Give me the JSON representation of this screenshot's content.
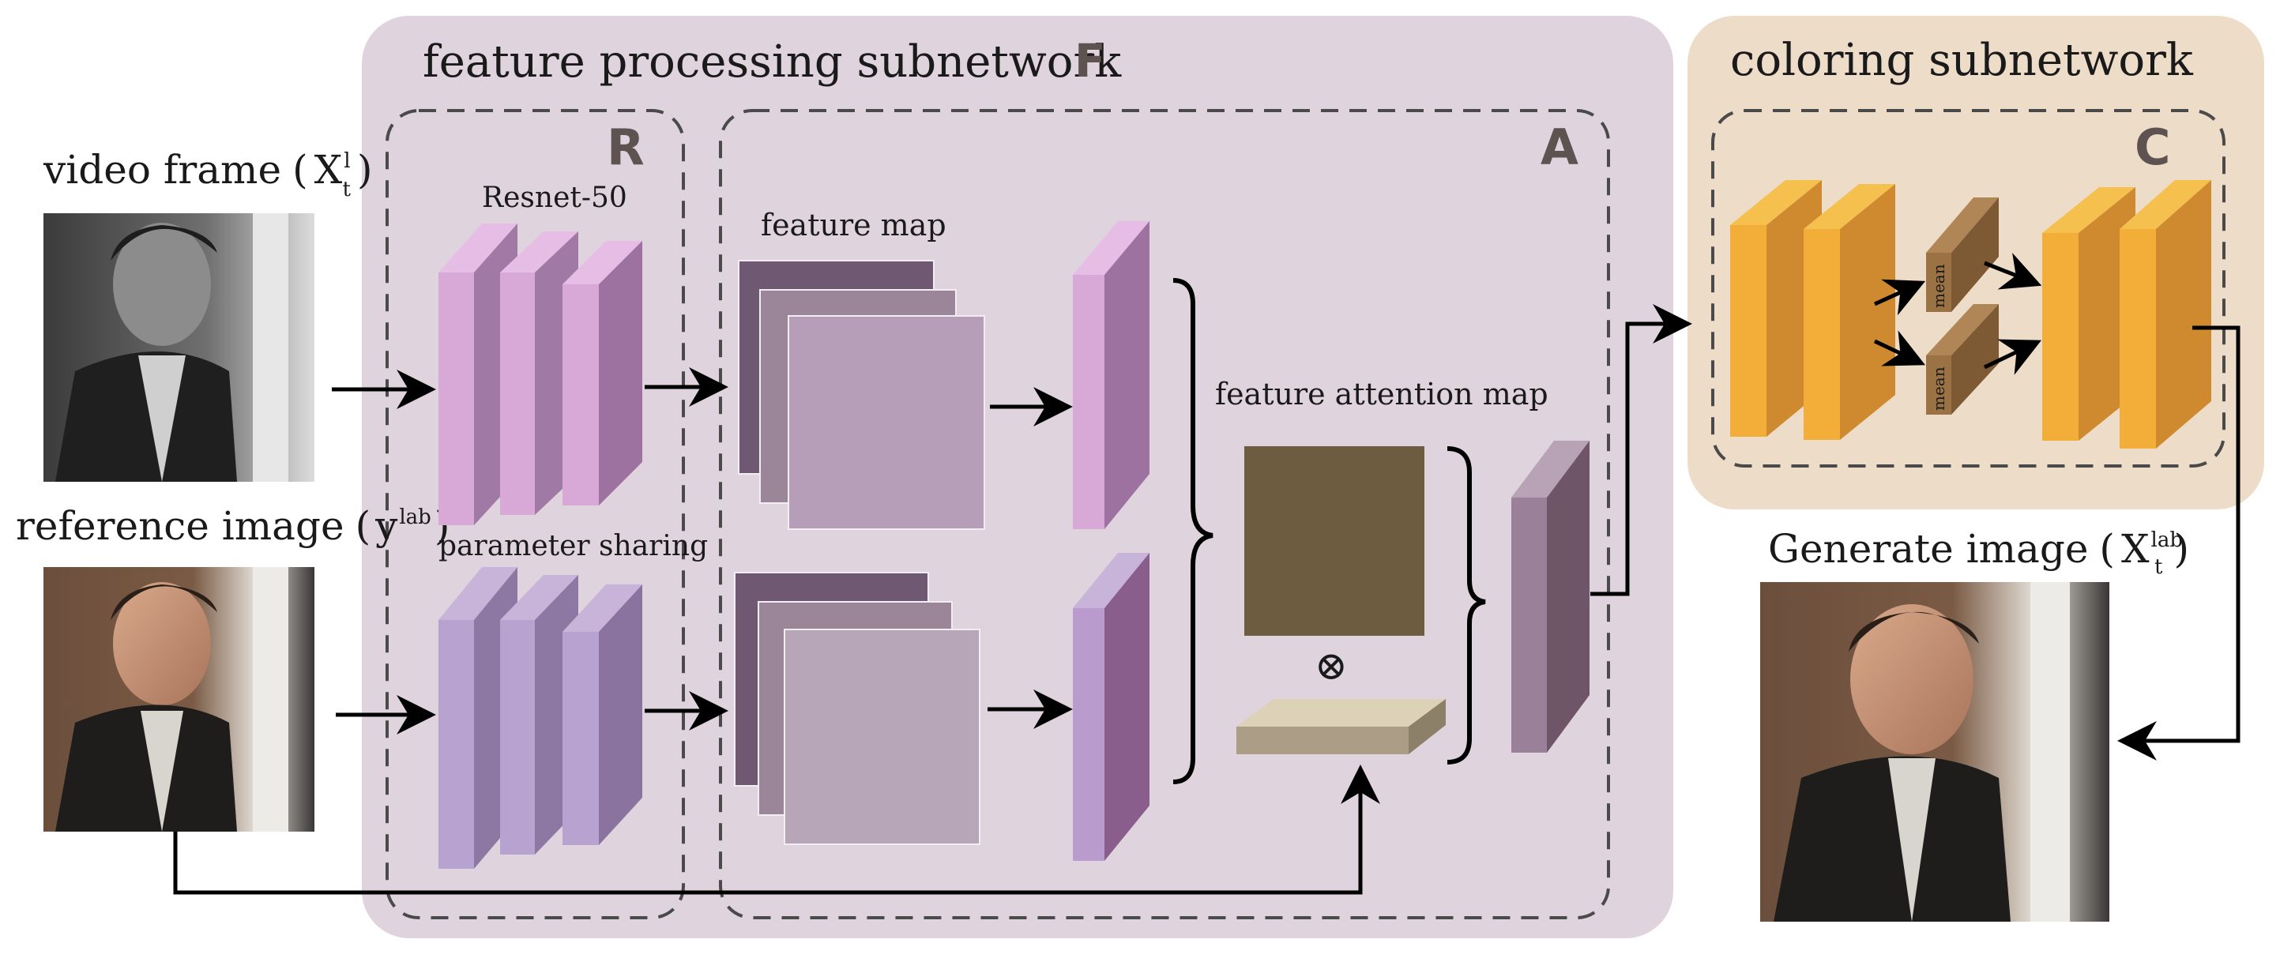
{
  "titles": {
    "feature_processing": "feature processing subnetwork",
    "feature_processing_letter": "F",
    "coloring": "coloring subnetwork",
    "block_r": "R",
    "block_a": "A",
    "block_c": "C"
  },
  "inputs": {
    "video_frame": {
      "label": "video frame",
      "symbol": "X",
      "superscript": "l",
      "subscript": "t"
    },
    "reference_image": {
      "label": "reference image",
      "symbol": "y",
      "superscript": "lab"
    }
  },
  "output": {
    "label": "Generate image",
    "symbol": "X",
    "superscript": "lab",
    "subscript": "t"
  },
  "labels": {
    "resnet": "Resnet-50",
    "parameter_sharing": "parameter sharing",
    "feature_map": "feature map",
    "attention_map": "feature attention map",
    "multiply": "⊗",
    "mean": "mean"
  },
  "colors": {
    "background_f": "#dfd3dd",
    "background_c": "#ecdcc8",
    "dashed": "#4a4a4a",
    "attention_block": "#6e5c40",
    "orange_front": "#f3ae3a",
    "orange_side": "#cf8a2f",
    "mean_block": "#9a7244"
  }
}
